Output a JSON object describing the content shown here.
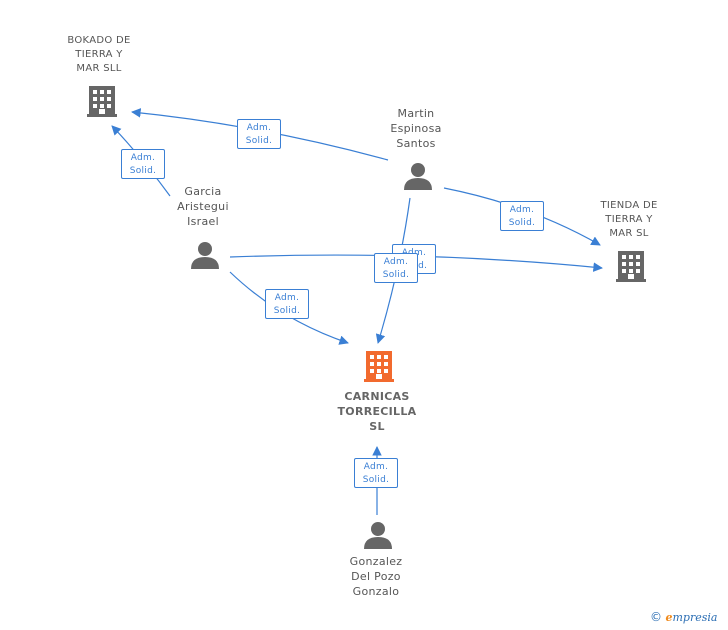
{
  "nodes": {
    "bokado": "BOKADO DE\nTIERRA Y\nMAR SLL",
    "martin": "Martin\nEspinosa\nSantos",
    "garcia": "Garcia\nAristegui\nIsrael",
    "tienda": "TIENDA DE\nTIERRA Y\nMAR SL",
    "carnicas": "CARNICAS\nTORRECILLA\nSL",
    "gonzalez": "Gonzalez\nDel Pozo\nGonzalo"
  },
  "edge_label": {
    "line1": "Adm.",
    "line2": "Solid."
  },
  "colors": {
    "edge": "#3a7fd4",
    "company_icon": "#666666",
    "focus_icon": "#f26a2e",
    "person_icon": "#666666"
  },
  "footer": {
    "copyright": "©",
    "brand_e": "e",
    "brand_rest": "mpresia"
  }
}
